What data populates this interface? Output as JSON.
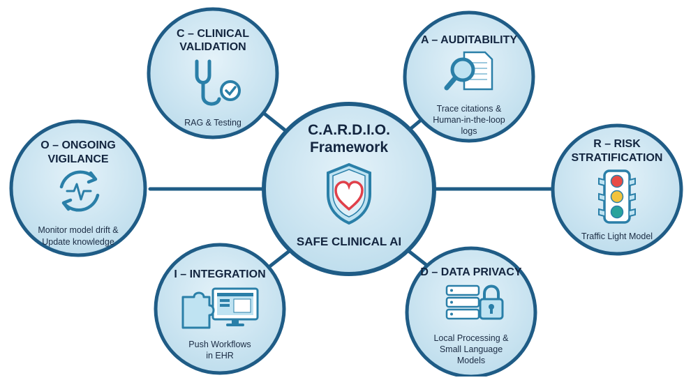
{
  "center": {
    "title_lines": [
      "C.A.R.D.I.O.",
      "Framework"
    ],
    "subtitle": "SAFE CLINICAL AI",
    "icon": "heart-shield-icon"
  },
  "nodes": {
    "c": {
      "title_lines": [
        "C – CLINICAL",
        "VALIDATION"
      ],
      "desc_lines": [
        "RAG & Testing"
      ],
      "icon": "stethoscope-check-icon"
    },
    "a": {
      "title_lines": [
        "A – AUDITABILITY"
      ],
      "desc_lines": [
        "Trace citations &",
        "Human-in-the-loop",
        "logs"
      ],
      "icon": "magnifier-document-icon"
    },
    "r": {
      "title_lines": [
        "R – RISK",
        "STRATIFICATION"
      ],
      "desc_lines": [
        "Traffic Light Model"
      ],
      "icon": "traffic-light-icon"
    },
    "d": {
      "title_lines": [
        "D – DATA PRIVACY"
      ],
      "desc_lines": [
        "Local Processing &",
        "Small Language",
        "Models"
      ],
      "icon": "server-lock-icon"
    },
    "i": {
      "title_lines": [
        "I – INTEGRATION"
      ],
      "desc_lines": [
        "Push Workflows",
        "in EHR"
      ],
      "icon": "puzzle-monitor-icon"
    },
    "o": {
      "title_lines": [
        "O – ONGOING",
        "VIGILANCE"
      ],
      "desc_lines": [
        "Monitor model drift &",
        "Update knowledge"
      ],
      "icon": "refresh-pulse-icon"
    }
  },
  "colors": {
    "circle_fill": "#cfe6f2",
    "circle_stroke": "#1f5c86",
    "connector": "#1f5c86",
    "title_text": "#13253f",
    "icon_primary": "#2a7fa8",
    "icon_light": "#bfe3f2",
    "heart": "#e0404a",
    "traffic_red": "#e84b45",
    "traffic_yellow": "#f2c33d",
    "traffic_green": "#2aa39b"
  }
}
